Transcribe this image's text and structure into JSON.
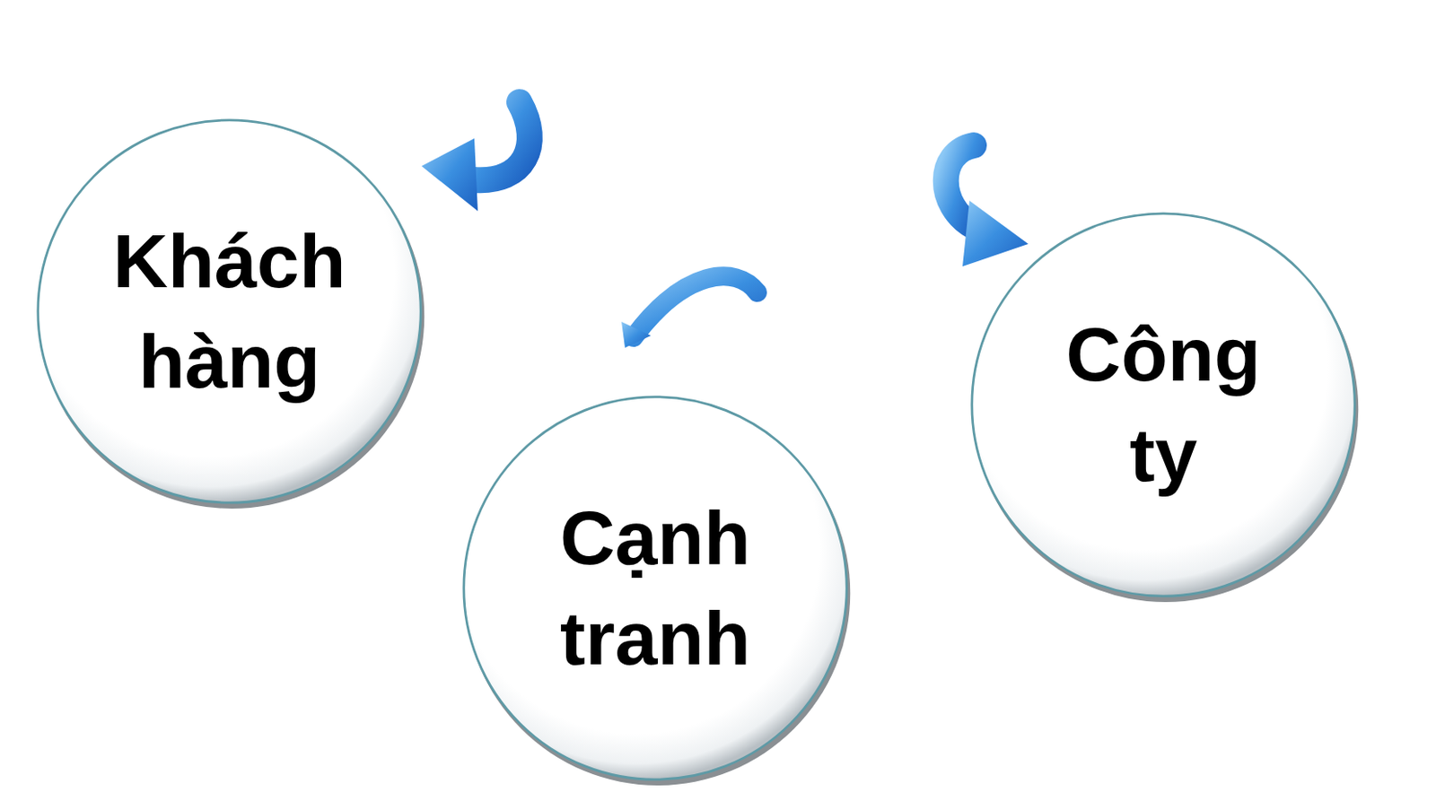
{
  "diagram": {
    "nodes": [
      {
        "text": [
          "Khách hàng"
        ]
      },
      {
        "text": [
          "Cạnh tranh"
        ]
      },
      {
        "text": [
          "Công ty"
        ]
      }
    ]
  }
}
